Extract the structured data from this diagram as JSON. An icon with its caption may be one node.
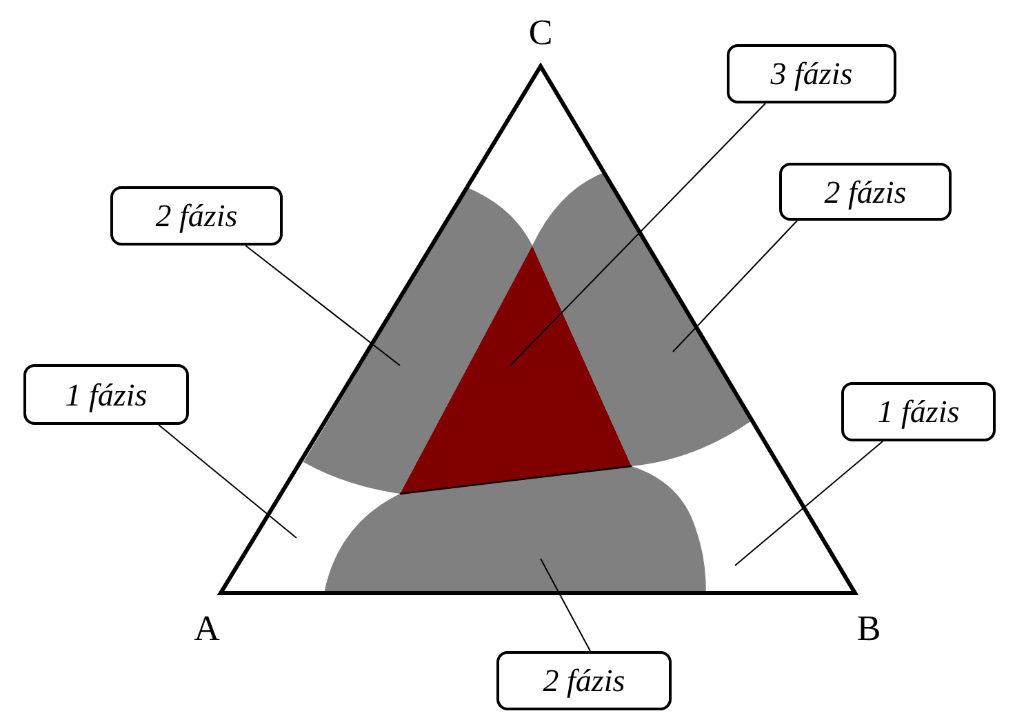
{
  "diagram": {
    "nodes": [
      {
        "text": [
          "3 fázis"
        ]
      },
      {
        "text": [
          "2 fázis"
        ]
      },
      {
        "text": [
          "2 fázis"
        ]
      },
      {
        "text": [
          "1 fázis"
        ]
      },
      {
        "text": [
          "1 fázis"
        ]
      },
      {
        "text": [
          "2 fázis"
        ]
      },
      {
        "text": [],
        "shape": "region"
      },
      {
        "text": [],
        "shape": "triangle"
      },
      {
        "text": [],
        "shape": "region"
      },
      {
        "text": [],
        "shape": "region"
      }
    ],
    "edges": [
      {
        "from": 0,
        "to": 7,
        "arrow": "none"
      },
      {
        "from": 1,
        "to": 6,
        "arrow": "none"
      },
      {
        "from": 2,
        "to": 8,
        "arrow": "none"
      },
      {
        "from": 3,
        "to": null,
        "arrow": "none"
      },
      {
        "from": 4,
        "to": null,
        "arrow": "none"
      },
      {
        "from": 5,
        "to": 9,
        "arrow": "none"
      }
    ],
    "labels": [
      "C",
      "A",
      "B"
    ]
  }
}
